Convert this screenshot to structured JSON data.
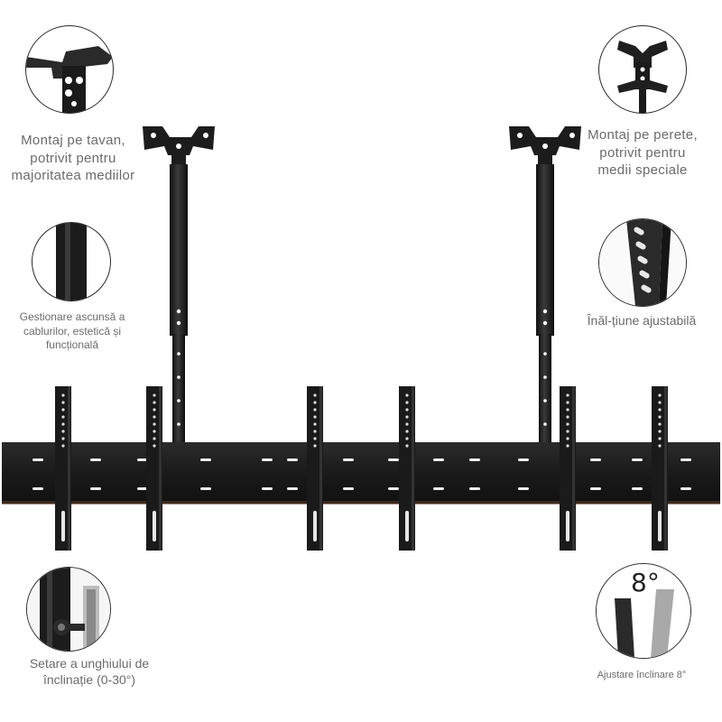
{
  "features": {
    "ceiling_mount": {
      "text": "Montaj pe tavan, potrivit pentru majoritatea mediilor",
      "icon": "ceiling-bracket-icon"
    },
    "wall_mount": {
      "text": "Montaj pe perete, potrivit pentru medii speciale",
      "icon": "wall-bracket-icon"
    },
    "cable_management": {
      "text": "Gestionare ascunsă a cablurilor, estetică și funcțională",
      "icon": "pole-tube-icon"
    },
    "height_adjust": {
      "text": "Înăl-țiune ajustabilă",
      "icon": "adjustable-holes-icon"
    },
    "tilt_setting": {
      "text": "Setare a unghiului de înclinație (0-30°)",
      "icon": "tilt-knob-icon"
    },
    "tilt_adjust": {
      "text": "Ajustare înclinare 8°",
      "icon": "tilt-angle-icon",
      "degree_label": "8°"
    }
  },
  "colors": {
    "metal": "#1e1e1e",
    "caption": "#6b6b6b",
    "outline": "#2a2a2a"
  }
}
